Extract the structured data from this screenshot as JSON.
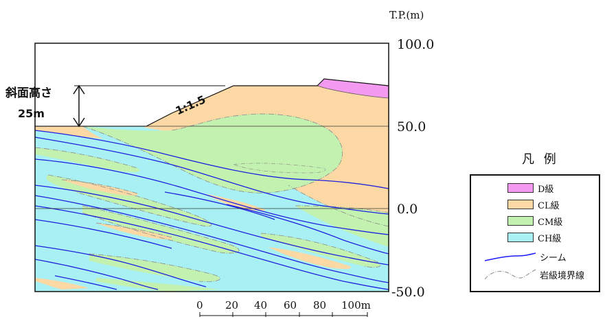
{
  "axis": {
    "unit_label": "T.P.(m)",
    "ticks": [
      "100.0",
      "50.0",
      "0.0",
      "-50.0"
    ]
  },
  "annotations": {
    "slope_height_label": "斜面高さ",
    "slope_height_value": "25m",
    "slope_ratio": "1:1.5"
  },
  "scale_bar": {
    "labels": [
      "0",
      "20",
      "40",
      "60",
      "80",
      "100m"
    ]
  },
  "legend": {
    "title": "凡 例",
    "items": [
      {
        "label": "D級",
        "color": "#f39af0"
      },
      {
        "label": "CL級",
        "color": "#fcd9a4"
      },
      {
        "label": "CM級",
        "color": "#c3f1b0"
      },
      {
        "label": "CH級",
        "color": "#a8f0f3"
      }
    ],
    "line_items": [
      {
        "label": "シーム",
        "color": "#1a1aff",
        "style": "solid"
      },
      {
        "label": "岩級境界線",
        "color": "#888888",
        "style": "dashdot"
      }
    ]
  }
}
